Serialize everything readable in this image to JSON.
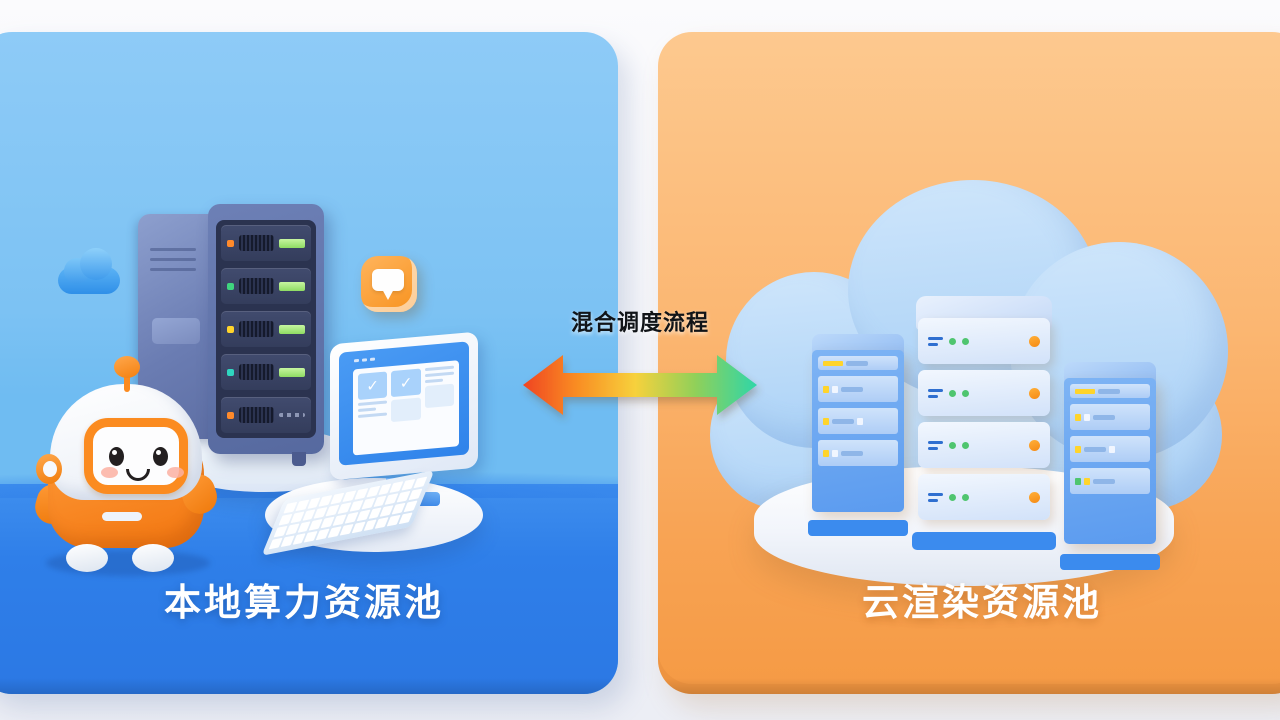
{
  "scene": {
    "title": "本地与云渲染混合调度示意图",
    "background_color": "#f2f3f8"
  },
  "center": {
    "flow_label": "混合调度流程",
    "arrow": {
      "name": "bidirectional-arrow",
      "direction": "both",
      "gradient_stops": [
        "#ef4423",
        "#f98a22",
        "#f7d13c",
        "#8fd05a",
        "#2fd6a8"
      ]
    }
  },
  "panels": [
    {
      "id": "local",
      "caption": "本地算力资源池",
      "accent_color": "#7cc2f3",
      "floor_color": "#2f7fe9",
      "caption_color": "#ffffff",
      "elements": {
        "mini_cloud_icon": "cloud-icon",
        "chat_icon": "chat-bubble-icon",
        "server_tower": {
          "name": "local-server-tower",
          "bays": [
            {
              "led_color": "#ff8a2b",
              "status_bar": "on"
            },
            {
              "led_color": "#3fd47e",
              "status_bar": "on"
            },
            {
              "led_color": "#ffd42b",
              "status_bar": "on"
            },
            {
              "led_color": "#2fd6c0",
              "status_bar": "on"
            },
            {
              "led_color": "#ff8a2b",
              "status_bar": "off"
            }
          ]
        },
        "monitor": {
          "name": "desktop-monitor",
          "window_dots": 3,
          "check_cards": 2,
          "check_glyph": "✓"
        },
        "keyboard": {
          "name": "keyboard",
          "key_columns": 12,
          "key_rows": 4
        },
        "robot": {
          "name": "robot-mascot",
          "body_color": "#f2750f",
          "shell_color": "#ffffff"
        }
      }
    },
    {
      "id": "cloud",
      "caption": "云渲染资源池",
      "accent_color": "#f9a94f",
      "accent_color_top": "#fdc98f",
      "caption_color": "#ffffff",
      "elements": {
        "cloud_shape": {
          "name": "big-cloud",
          "color": "#bcdcf9"
        },
        "podium": {
          "name": "cloud-podium",
          "color": "#ffffff"
        },
        "racks": [
          {
            "name": "cloud-rack-left",
            "units": [
              {
                "indicator_colors": [
                  "#ffd42b"
                ]
              },
              {
                "indicator_colors": [
                  "#ffd42b",
                  "#f1f6ff",
                  "#8fb6e8"
                ]
              },
              {
                "indicator_colors": [
                  "#ffd42b",
                  "#8fb6e8",
                  "#f1f6ff"
                ]
              },
              {
                "indicator_colors": [
                  "#ffd42b",
                  "#f1f6ff",
                  "#8fb6e8"
                ]
              }
            ]
          },
          {
            "name": "cloud-rack-center",
            "units": [
              {
                "leds": [
                  "#4fc56f",
                  "#4fc56f"
                ],
                "power_color": "#f58a14"
              },
              {
                "leds": [
                  "#4fc56f",
                  "#4fc56f"
                ],
                "power_color": "#f58a14"
              },
              {
                "leds": [
                  "#4fc56f",
                  "#4fc56f"
                ],
                "power_color": "#f58a14"
              },
              {
                "leds": [
                  "#4fc56f",
                  "#4fc56f"
                ],
                "power_color": "#f58a14"
              }
            ]
          },
          {
            "name": "cloud-rack-right",
            "units": [
              {
                "indicator_colors": [
                  "#ffd42b"
                ]
              },
              {
                "indicator_colors": [
                  "#ffd42b",
                  "#f1f6ff",
                  "#8fb6e8"
                ]
              },
              {
                "indicator_colors": [
                  "#ffd42b",
                  "#8fb6e8",
                  "#f1f6ff"
                ]
              },
              {
                "indicator_colors": [
                  "#4fc56f",
                  "#ffd42b",
                  "#8fb6e8"
                ]
              }
            ]
          }
        ]
      }
    }
  ]
}
